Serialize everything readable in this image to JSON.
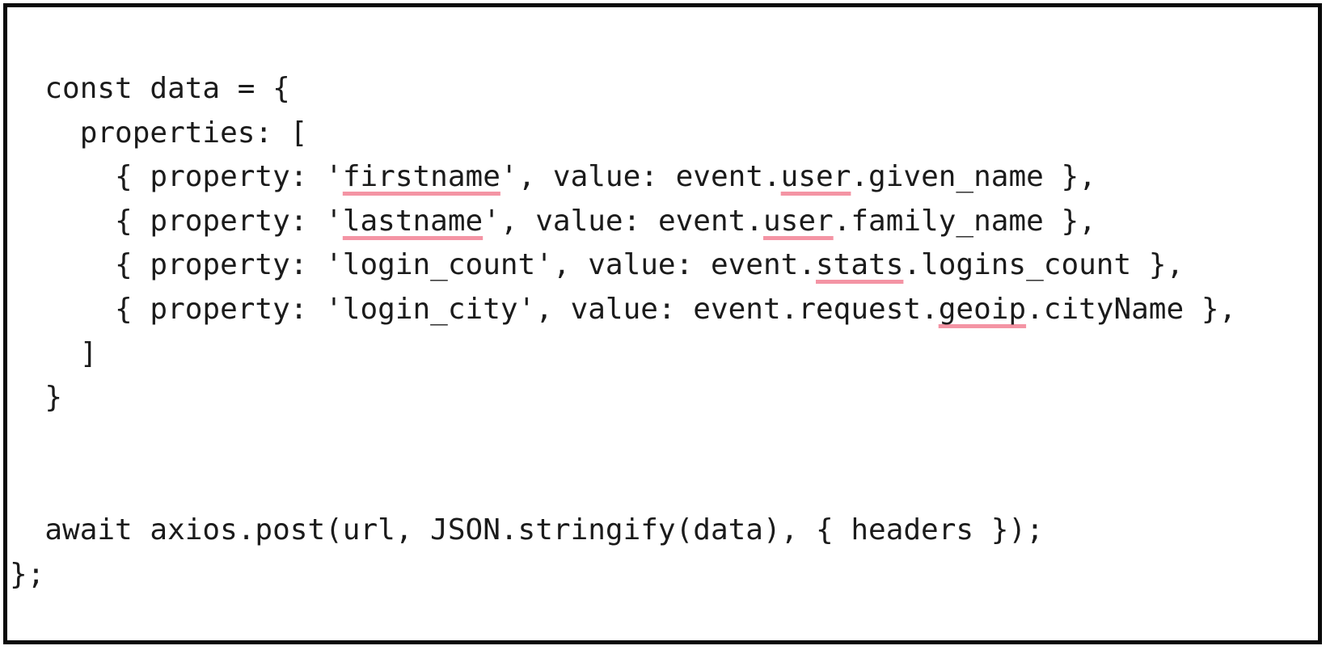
{
  "colors": {
    "background": "#ffffff",
    "border": "#0a0a0a",
    "text": "#1b1b1b",
    "flag_underline": "#f494a4"
  },
  "code_block": {
    "language": "javascript",
    "lines": [
      {
        "segments": [
          {
            "text": "  const data = {"
          }
        ]
      },
      {
        "segments": [
          {
            "text": "    properties: ["
          }
        ]
      },
      {
        "segments": [
          {
            "text": "      { property: '"
          },
          {
            "text": "firstname",
            "flagged": true
          },
          {
            "text": "', value: event."
          },
          {
            "text": "user",
            "flagged": true
          },
          {
            "text": ".given_name },"
          }
        ]
      },
      {
        "segments": [
          {
            "text": "      { property: '"
          },
          {
            "text": "lastname",
            "flagged": true
          },
          {
            "text": "', value: event."
          },
          {
            "text": "user",
            "flagged": true
          },
          {
            "text": ".family_name },"
          }
        ]
      },
      {
        "segments": [
          {
            "text": "      { property: 'login_count', value: event."
          },
          {
            "text": "stats",
            "flagged": true
          },
          {
            "text": ".logins_count },"
          }
        ]
      },
      {
        "segments": [
          {
            "text": "      { property: 'login_city', value: event.request."
          },
          {
            "text": "geoip",
            "flagged": true
          },
          {
            "text": ".cityName },"
          }
        ]
      },
      {
        "segments": [
          {
            "text": "    ]"
          }
        ]
      },
      {
        "segments": [
          {
            "text": "  }"
          }
        ]
      },
      {
        "segments": [
          {
            "text": ""
          }
        ]
      },
      {
        "segments": [
          {
            "text": ""
          }
        ]
      },
      {
        "segments": [
          {
            "text": "  await axios.post(url, JSON.stringify(data), { headers });"
          }
        ]
      },
      {
        "segments": [
          {
            "text": "};"
          }
        ]
      }
    ]
  }
}
